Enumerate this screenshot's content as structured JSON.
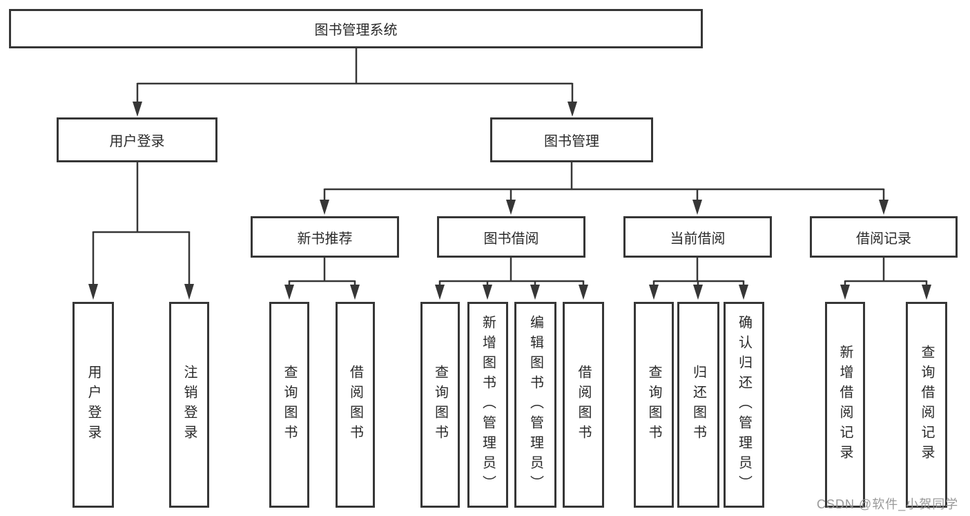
{
  "title": "图书管理系统",
  "level2": [
    "用户登录",
    "图书管理"
  ],
  "level3": [
    "新书推荐",
    "图书借阅",
    "当前借阅",
    "借阅记录"
  ],
  "leaves": [
    "用户登录",
    "注销登录",
    "查询图书",
    "借阅图书",
    "查询图书",
    "新增图书（管理员）",
    "编辑图书（管理员）",
    "借阅图书",
    "查询图书",
    "归还图书",
    "确认归还（管理员）",
    "新增借阅记录",
    "查询借阅记录"
  ],
  "watermark": "CSDN @软件_小贺同学",
  "colors": {
    "line": "#363636",
    "text": "#2a2a2a",
    "watermark": "#949494",
    "background": "#ffffff"
  }
}
